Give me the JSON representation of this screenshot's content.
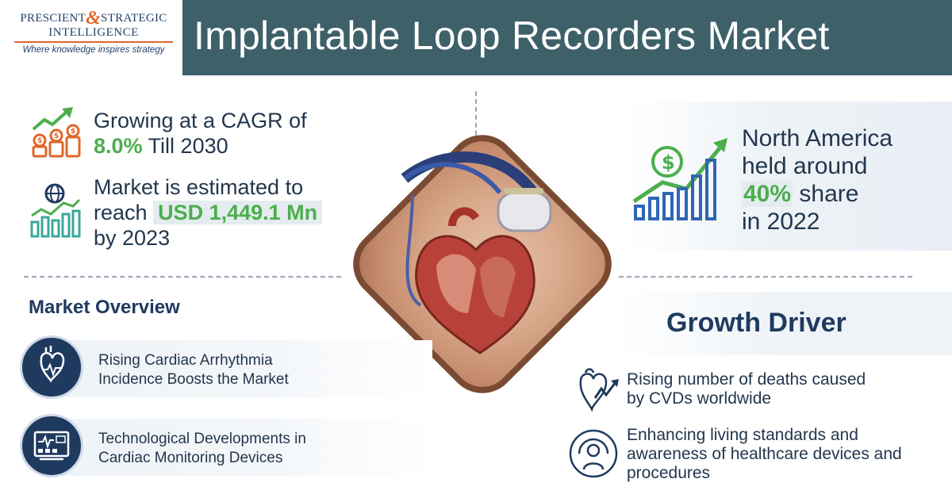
{
  "logo": {
    "line1_a": "PRESCIENT",
    "amp": "&",
    "line1_b": "STRATEGIC",
    "line2": "INTELLIGENCE",
    "tagline": "Where knowledge inspires strategy"
  },
  "title": "Implantable Loop Recorders Market",
  "stats": {
    "cagr": {
      "line1": "Growing at a CAGR of",
      "value": "8.0%",
      "suffix": "Till 2030"
    },
    "market": {
      "line1": "Market is estimated to",
      "reach": "reach",
      "value": "USD 1,449.1 Mn",
      "line3": "by 2023"
    },
    "region": {
      "line1": "North America",
      "line2": "held around",
      "value": "40%",
      "share": "share",
      "line4": "in 2022"
    }
  },
  "overview": {
    "heading": "Market Overview",
    "items": [
      {
        "line1": "Rising Cardiac Arrhythmia",
        "line2": "Incidence Boosts the Market",
        "icon": "heart-pulse-icon"
      },
      {
        "line1": "Technological Developments in",
        "line2": "Cardiac Monitoring Devices",
        "icon": "monitor-icon"
      }
    ]
  },
  "drivers": {
    "heading": "Growth Driver",
    "items": [
      {
        "line1": "Rising number of deaths caused",
        "line2": "by CVDs worldwide",
        "icon": "heart-decline-icon"
      },
      {
        "line1": "Enhancing living standards and",
        "line2": "awareness of healthcare devices and",
        "line3": "procedures",
        "icon": "person-awareness-icon"
      }
    ]
  },
  "colors": {
    "title_bar": "#3d6069",
    "navy": "#1f3a5f",
    "green": "#4cae4c",
    "orange": "#e0662b"
  }
}
